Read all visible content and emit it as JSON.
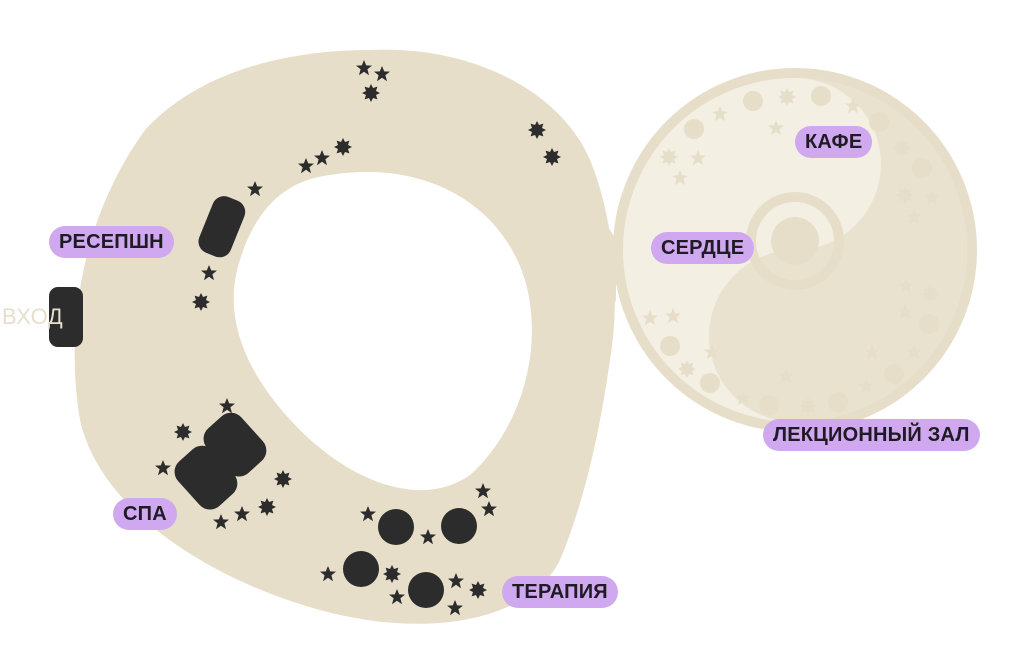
{
  "colors": {
    "background": "#ffffff",
    "floor": "#e6dec8",
    "furniture": "#2c2c2c",
    "hall_fill": "#f3efe3",
    "hall_stroke": "#e6dec8",
    "label_bg": "#cfa8ef",
    "label_text": "#1f1b24",
    "entrance_text": "#e7dfcb"
  },
  "zones": {
    "reception": "РЕСЕПШН",
    "entrance": "ВХОД",
    "spa": "СПА",
    "therapy": "ТЕРАПИЯ",
    "cafe": "КАФЕ",
    "heart": "СЕРДЦЕ",
    "lecture_hall": "ЛЕКЦИОННЫЙ ЗАЛ"
  },
  "icons": {
    "star": "star-icon",
    "burst": "burst-icon",
    "table": "table-icon"
  }
}
